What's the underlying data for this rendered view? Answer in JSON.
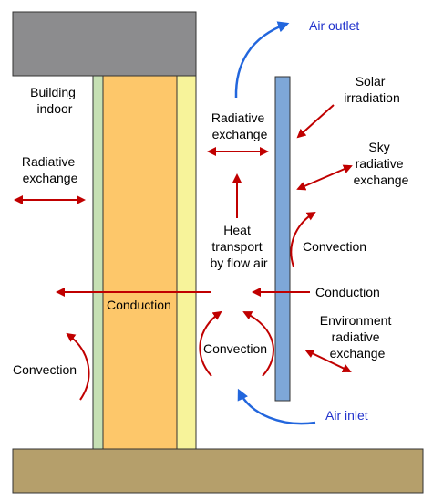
{
  "colors": {
    "roof": "#8c8c8e",
    "ground": "#b59f6b",
    "inner_layer": "#c6e0b4",
    "insulation": "#fdc76a",
    "outer_layer": "#f7f39a",
    "glass": "#7ea7d8",
    "red_arrow": "#c00000",
    "blue_arrow": "#2266dd",
    "blue_text": "#2233cc"
  },
  "labels": {
    "building_indoor": [
      "Building",
      "indoor"
    ],
    "radiative_exchange_left": [
      "Radiative",
      "exchange"
    ],
    "convection_left": "Convection",
    "conduction_wall": "Conduction",
    "radiative_exchange_cavity": [
      "Radiative",
      "exchange"
    ],
    "heat_transport": [
      "Heat",
      "transport",
      "by flow air"
    ],
    "convection_cavity": "Convection",
    "air_outlet": "Air outlet",
    "air_inlet": "Air inlet",
    "solar_irradiation": [
      "Solar",
      "irradiation"
    ],
    "sky_radiative_exchange": [
      "Sky",
      "radiative",
      "exchange"
    ],
    "convection_right": "Convection",
    "conduction_right": "Conduction",
    "environment_radiative_exchange": [
      "Environment",
      "radiative",
      "exchange"
    ]
  }
}
